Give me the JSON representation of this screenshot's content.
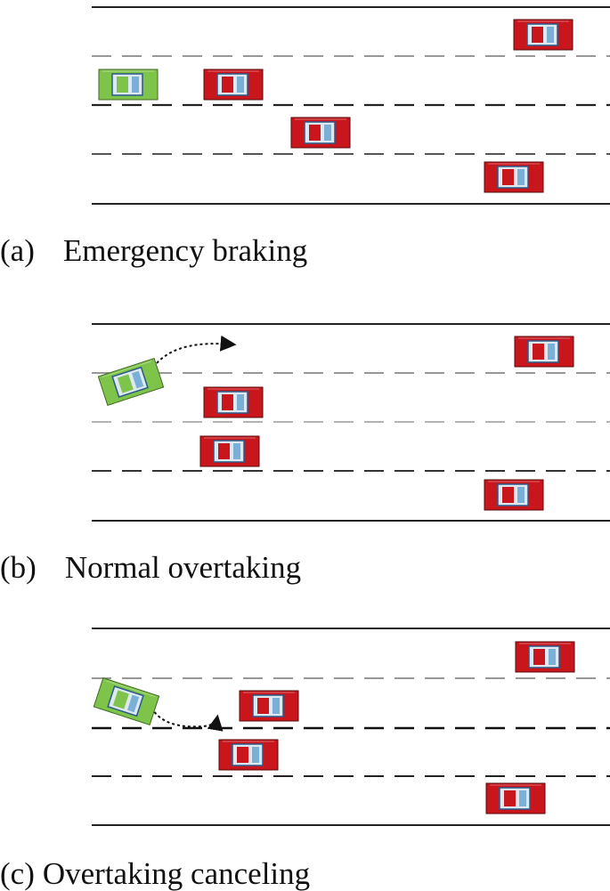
{
  "panels": [
    {
      "id": "a",
      "tag": "(a)",
      "caption": "Emergency braking",
      "ego_color": "#7fc44a",
      "other_color": "#c8161c"
    },
    {
      "id": "b",
      "tag": "(b)",
      "caption": "Normal overtaking",
      "ego_color": "#7fc44a",
      "other_color": "#c8161c"
    },
    {
      "id": "c",
      "tag": "(c)",
      "caption": "Overtaking canceling",
      "ego_color": "#7fc44a",
      "other_color": "#c8161c"
    }
  ]
}
